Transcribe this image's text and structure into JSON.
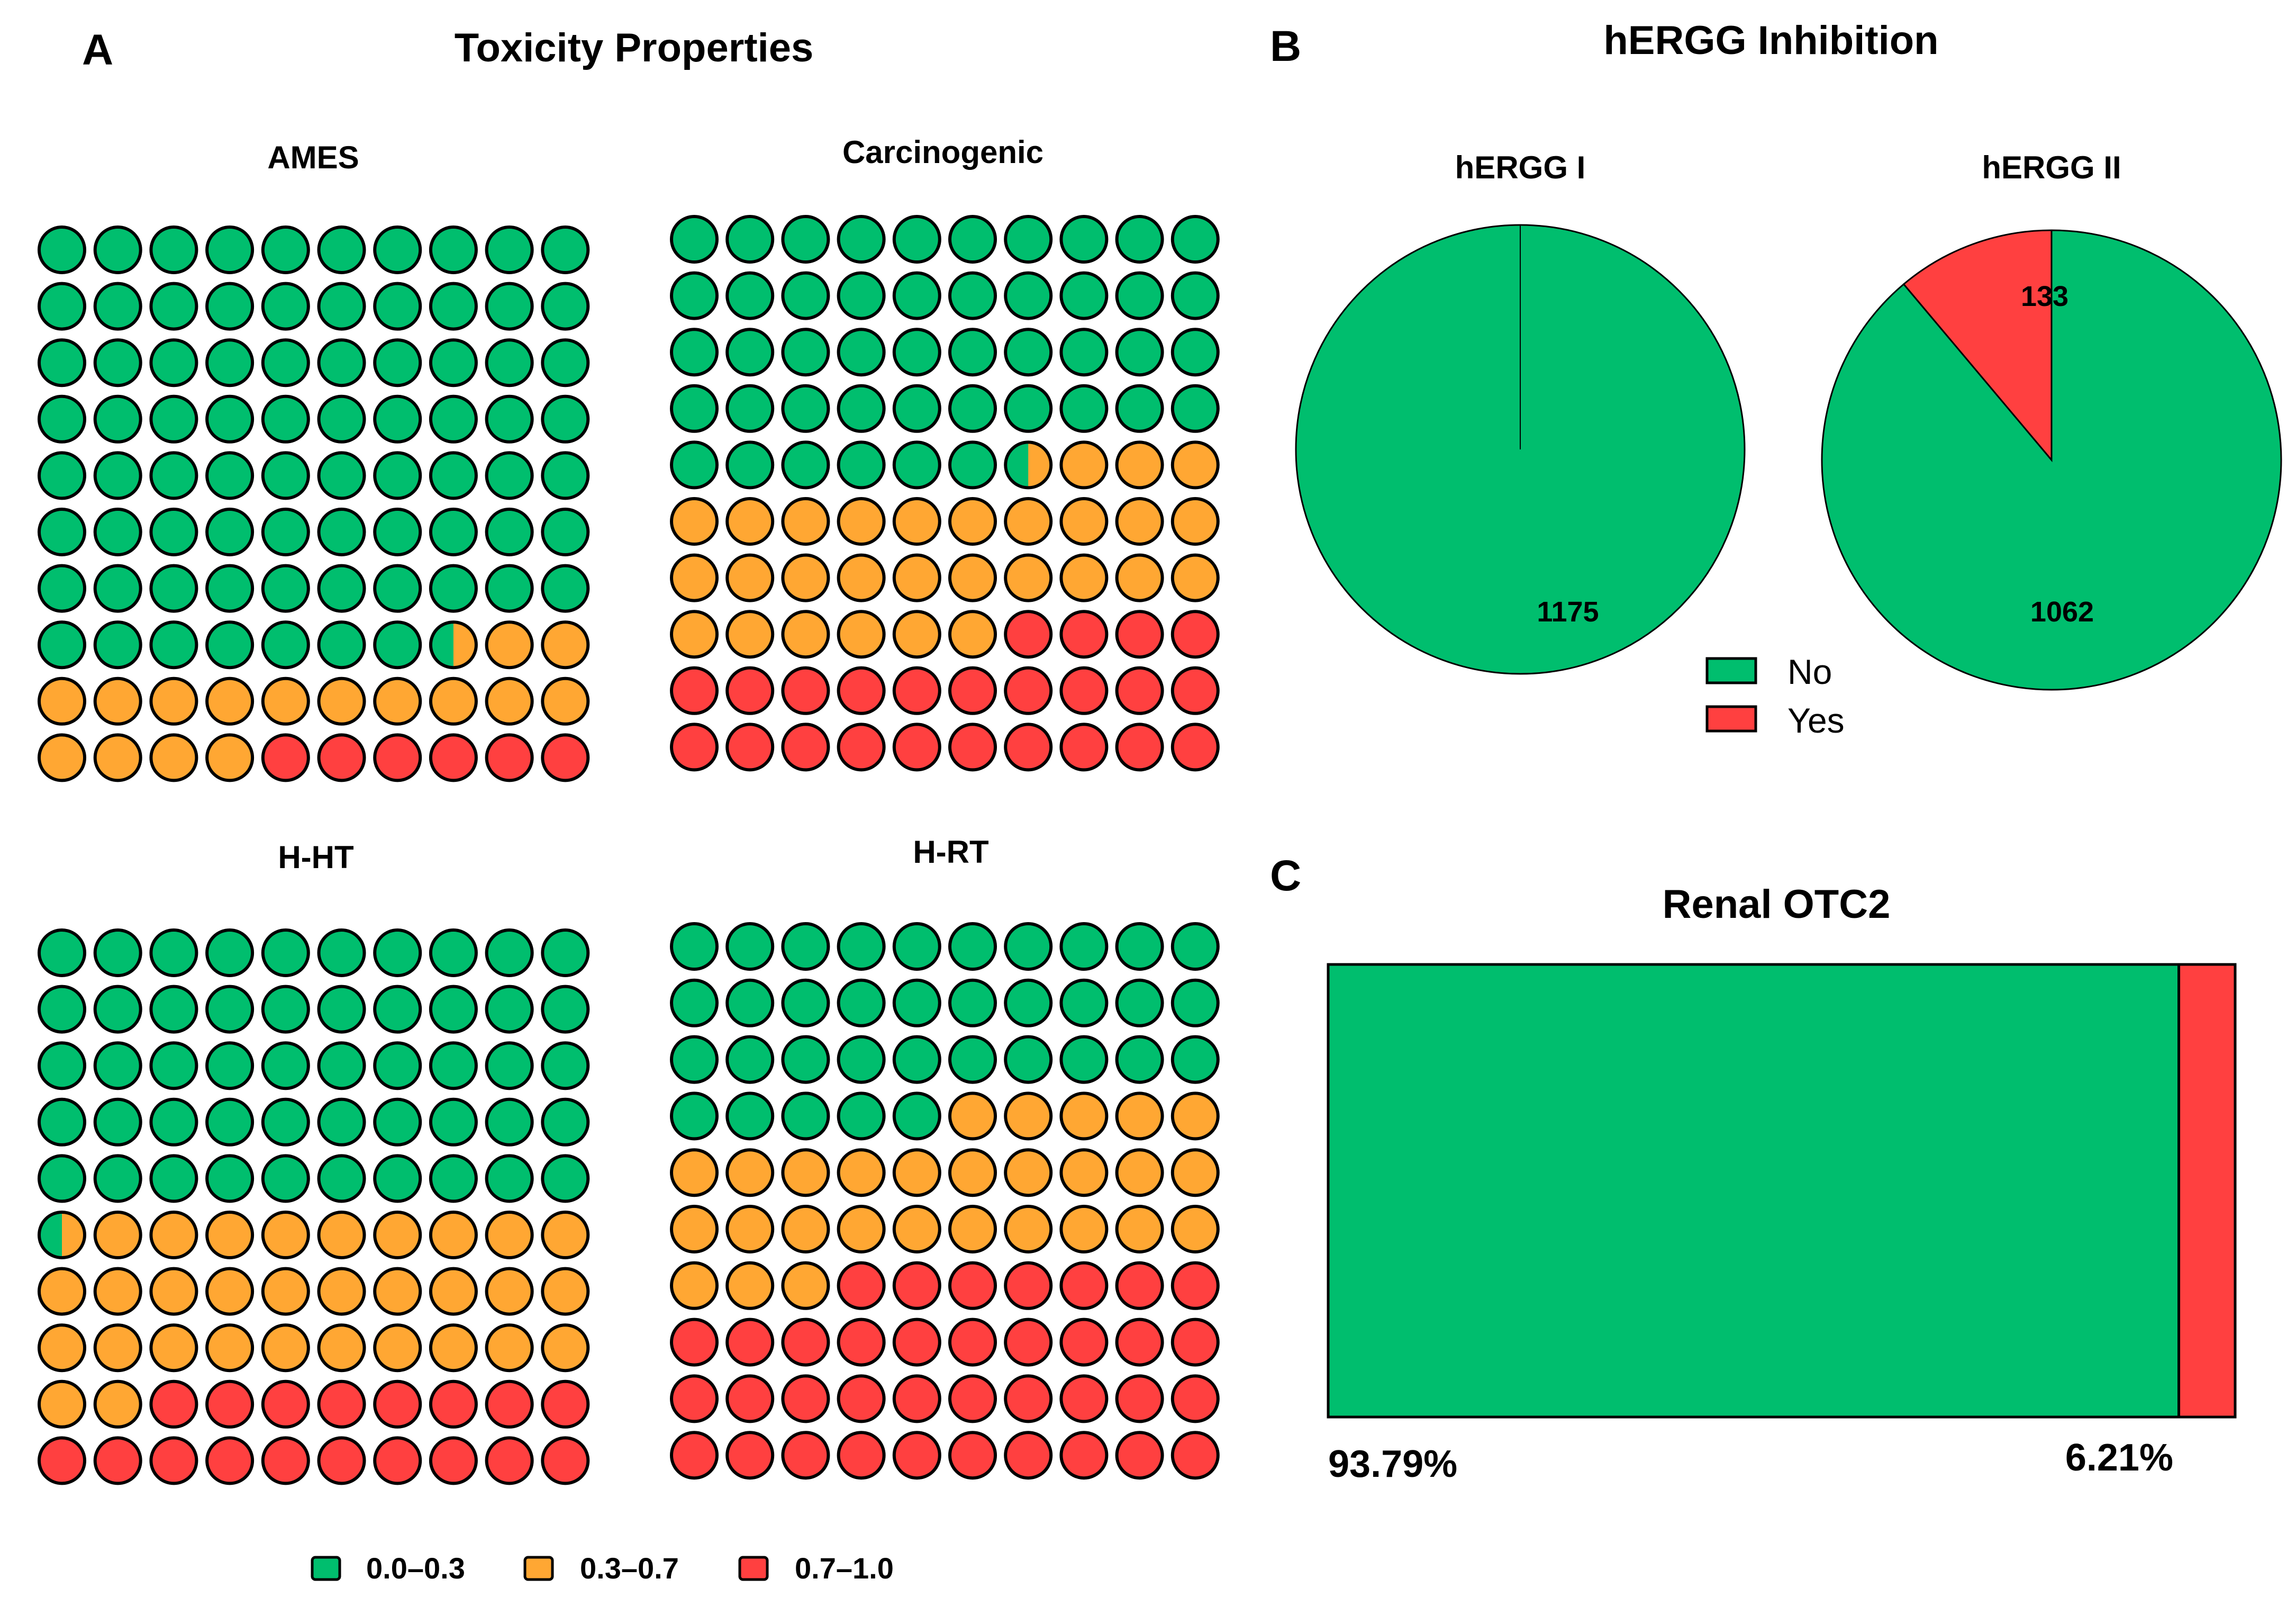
{
  "panels": {
    "a": "A",
    "b": "B",
    "c": "C"
  },
  "colors": {
    "low": "#00BE6E",
    "mid": "#FFA733",
    "high": "#FF4040",
    "no": "#00BE6E",
    "yes": "#FF4040"
  },
  "chart_data": [
    {
      "type": "waffle",
      "title": "Toxicity Properties",
      "legend": [
        "0.0–0.3",
        "0.3–0.7",
        "0.7–1.0"
      ],
      "grid": [
        10,
        10
      ],
      "charts": [
        {
          "title": "AMES",
          "values": [
            77.5,
            16.5,
            6.0
          ]
        },
        {
          "title": "Carcinogenic",
          "values": [
            46.5,
            29.5,
            24.0
          ]
        },
        {
          "title": "H-HT",
          "values": [
            50.5,
            31.5,
            18.0
          ]
        },
        {
          "title": "H-RT",
          "values": [
            35,
            28,
            37
          ]
        }
      ]
    },
    {
      "type": "pie",
      "title": "hERGG Inhibition",
      "legend": [
        "No",
        "Yes"
      ],
      "pies": [
        {
          "title": "hERGG I",
          "values": [
            1175,
            0
          ],
          "labels": [
            "1175",
            ""
          ]
        },
        {
          "title": "hERGG II",
          "values": [
            1062,
            133
          ],
          "labels": [
            "1062",
            "133"
          ]
        }
      ]
    },
    {
      "type": "bar",
      "orientation": "horizontal-stacked",
      "title": "Renal OTC2",
      "values": [
        93.79,
        6.21
      ],
      "labels": [
        "93.79%",
        "6.21%"
      ]
    }
  ]
}
